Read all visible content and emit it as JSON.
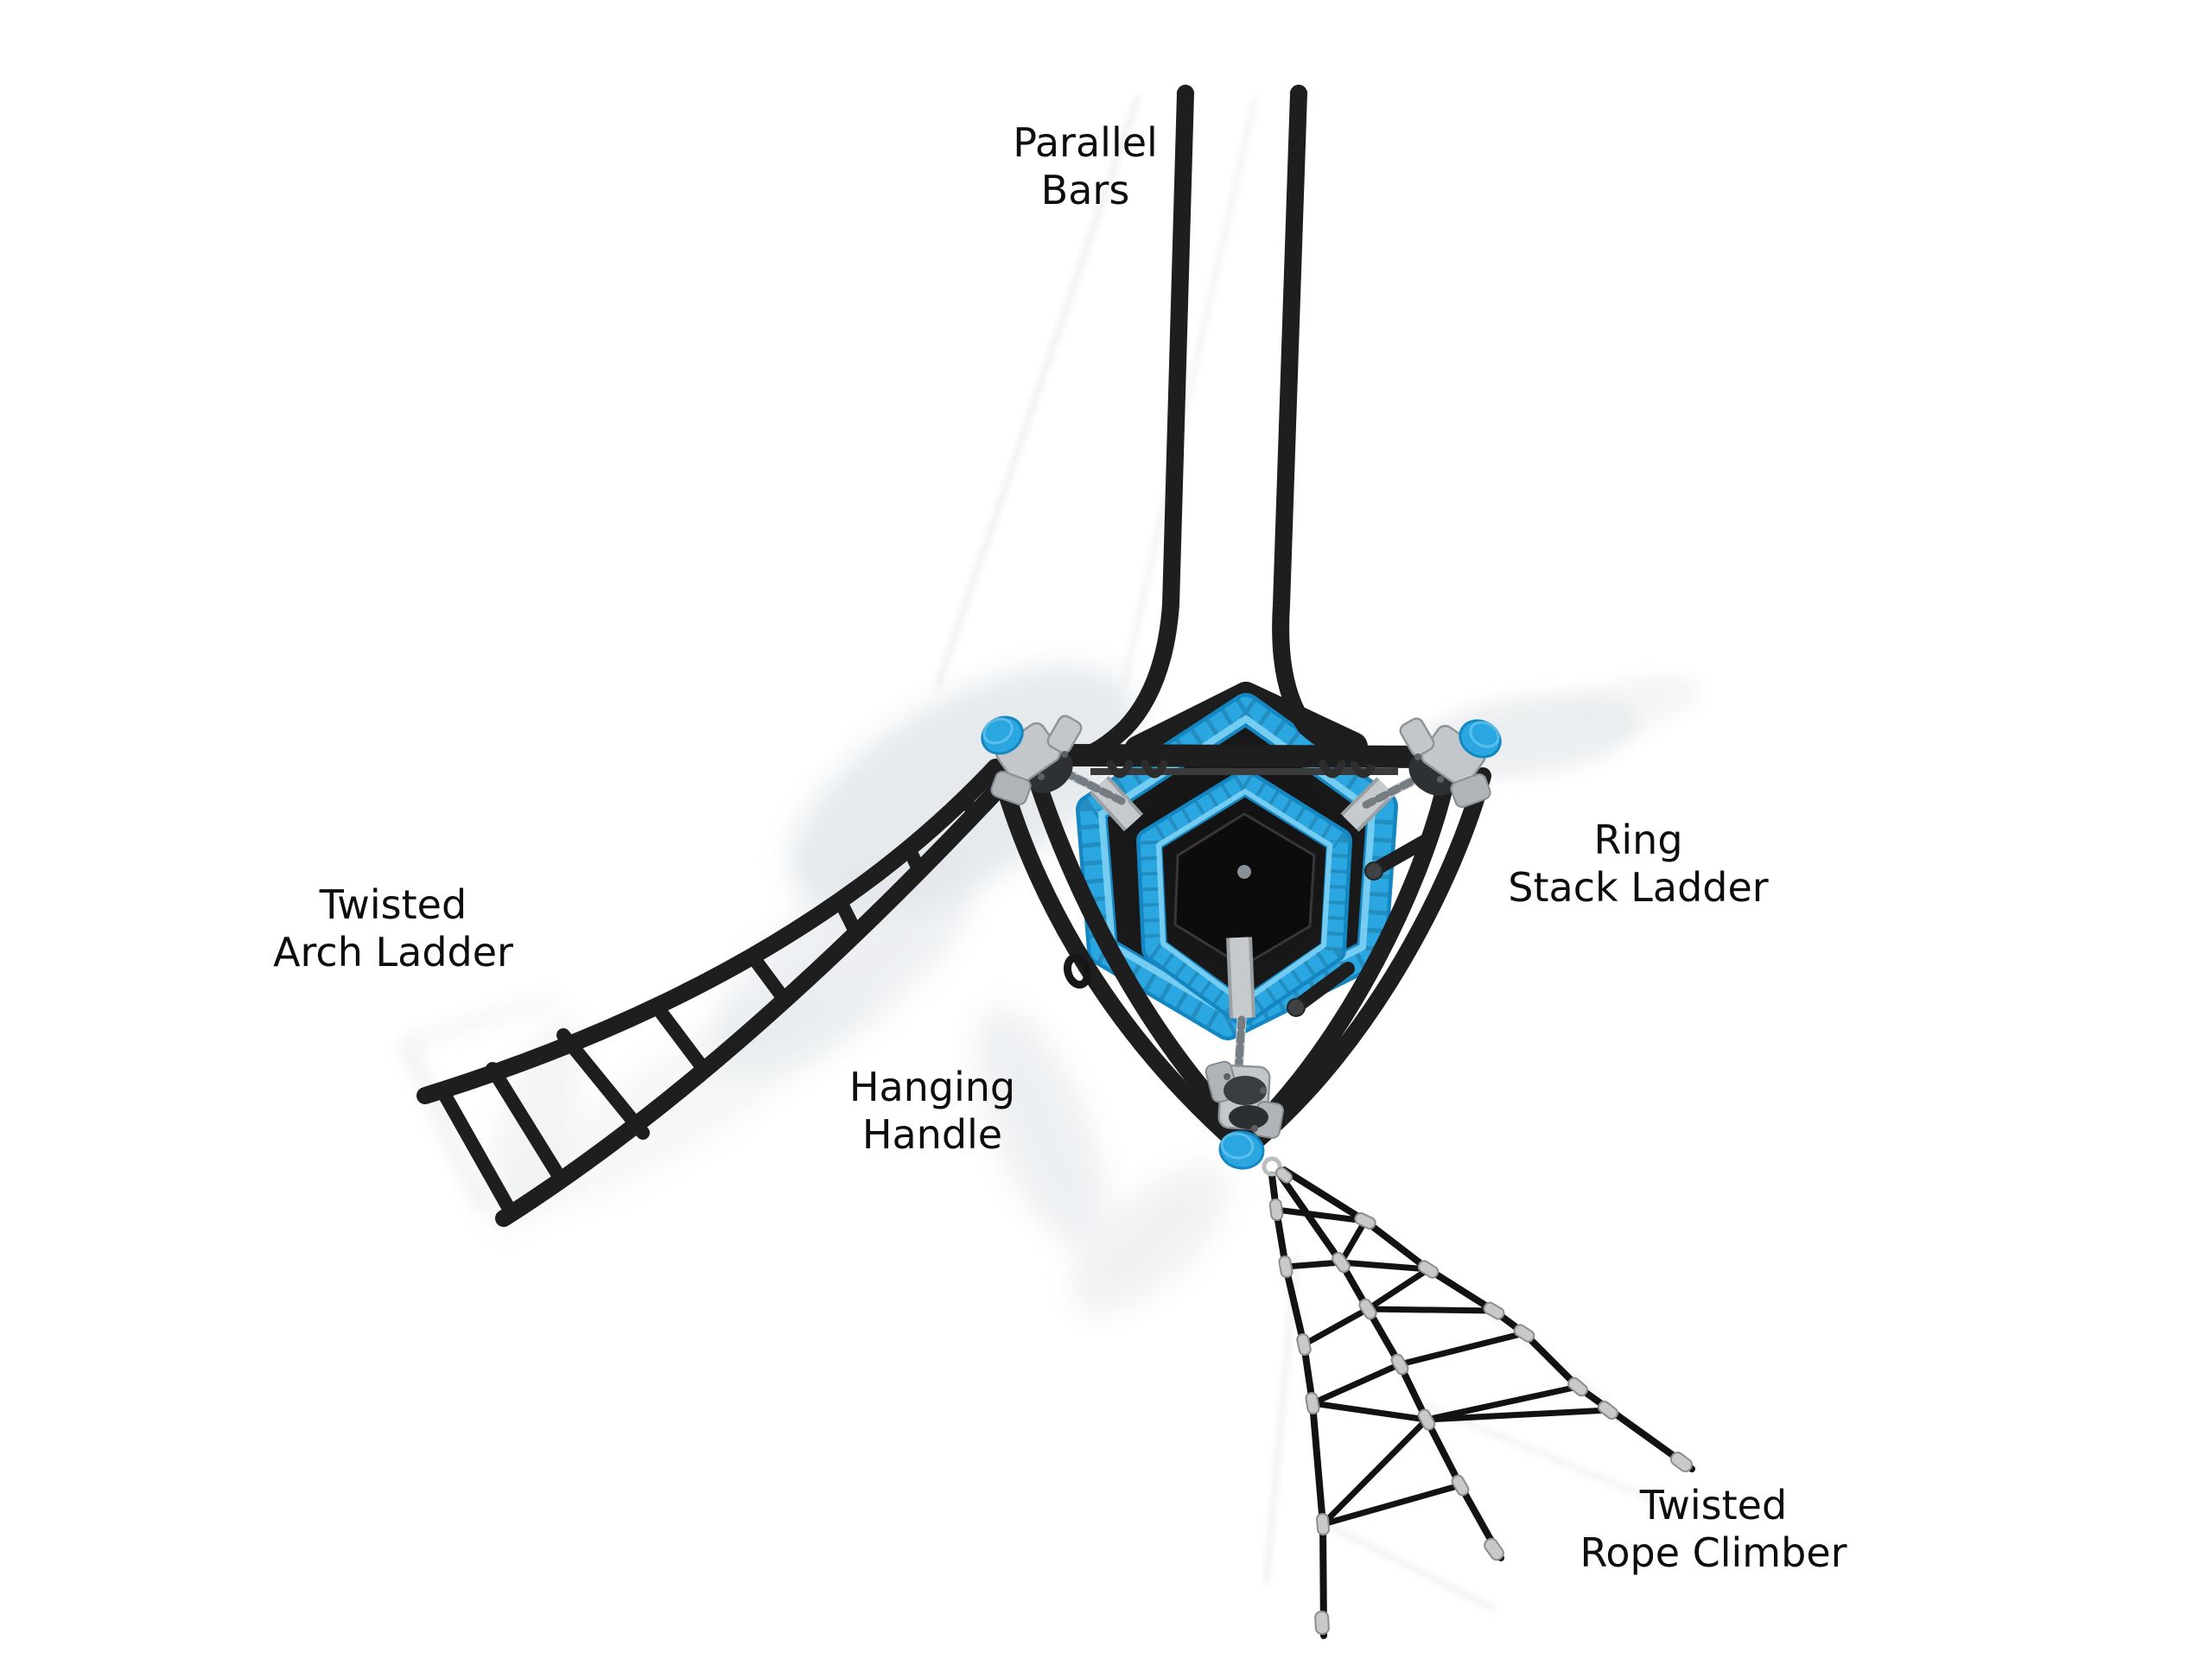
{
  "diagram": {
    "type": "playground-structure-top-view",
    "labels": {
      "parallel_bars": {
        "line1": "Parallel",
        "line2": "Bars"
      },
      "twisted_arch_ladder": {
        "line1": "Twisted",
        "line2": "Arch Ladder"
      },
      "ring_stack_ladder": {
        "line1": "Ring",
        "line2": "Stack Ladder"
      },
      "hanging_handle": {
        "line1": "Hanging",
        "line2": "Handle"
      },
      "twisted_rope_climber": {
        "line1": "Twisted",
        "line2": "Rope Climber"
      }
    }
  },
  "colors": {
    "accent_blue": "#2AA7E0",
    "accent_blue_light": "#7ED2F4",
    "accent_blue_dark": "#1486C2",
    "frame_black": "#1E1E1E",
    "metal_gray": "#C3C7CA",
    "metal_gray_dark": "#8E9498",
    "shadow_gray": "#E2E6EA",
    "label_text": "#0D0D0D",
    "background": "#FFFFFF"
  }
}
